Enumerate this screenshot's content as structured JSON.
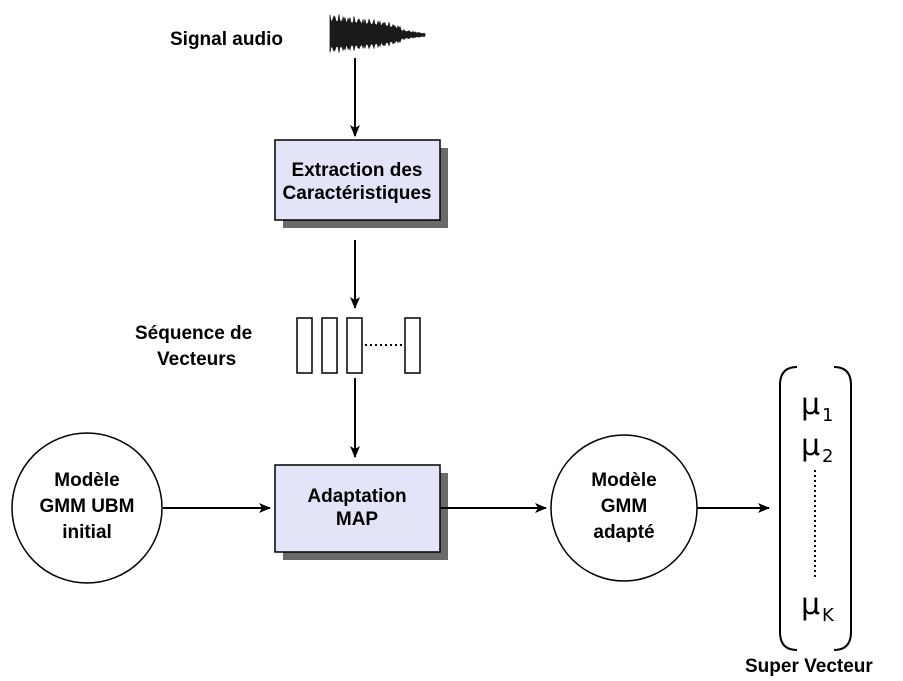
{
  "inputs": {
    "signal_label": "Signal audio",
    "sequence_label_line1": "Séquence de",
    "sequence_label_line2": "Vecteurs"
  },
  "boxes": {
    "extraction_line1": "Extraction des",
    "extraction_line2": "Caractéristiques",
    "adaptation_line1": "Adaptation",
    "adaptation_line2": "MAP"
  },
  "models": {
    "ubm_line1": "Modèle",
    "ubm_line2": "GMM UBM",
    "ubm_line3": "initial",
    "adapted_line1": "Modèle",
    "adapted_line2": "GMM",
    "adapted_line3": "adapté"
  },
  "super_vector": {
    "mu_symbol": "μ",
    "sub_1": "1",
    "sub_2": "2",
    "sub_k": "K",
    "label": "Super Vecteur"
  },
  "colors": {
    "box_fill": "#e4e4f8",
    "box_shadow": "#6a6a6a",
    "stroke": "#000000",
    "waveform": "#1a1a1a"
  }
}
